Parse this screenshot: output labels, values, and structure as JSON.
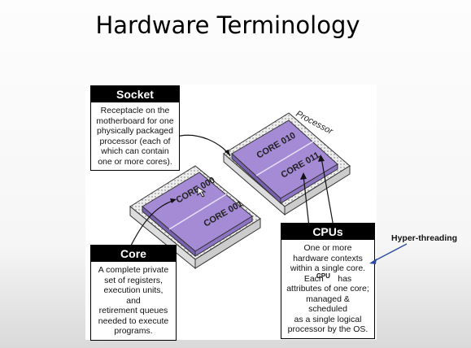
{
  "title": "Hardware Terminology",
  "processor_label": "Processor",
  "cores": {
    "core000": "CORE 000",
    "core001": "CORE 001",
    "core010": "CORE 010",
    "core011": "CORE 011"
  },
  "socket": {
    "heading": "Socket",
    "lines": [
      "Receptacle on the",
      "motherboard for one",
      "physically packaged",
      "processor (each of",
      "which can contain",
      "one or more cores)."
    ]
  },
  "core": {
    "heading": "Core",
    "lines": [
      "A complete private",
      "set of registers,",
      "execution units, and",
      "retirement queues",
      "needed to execute",
      "programs."
    ]
  },
  "cpus": {
    "heading": "CPUs",
    "lines": [
      "One or more",
      "hardware contexts",
      "within a single core.",
      "Each      has",
      "attributes of one core;",
      "managed & scheduled",
      "as a single logical",
      "processor by the OS."
    ],
    "inline_label": "CPU"
  },
  "annotation": "Hyper-threading",
  "colors": {
    "chip": "#a58bd6",
    "chip_dark": "#7a62b3",
    "arrow": "#2a4aa0"
  }
}
